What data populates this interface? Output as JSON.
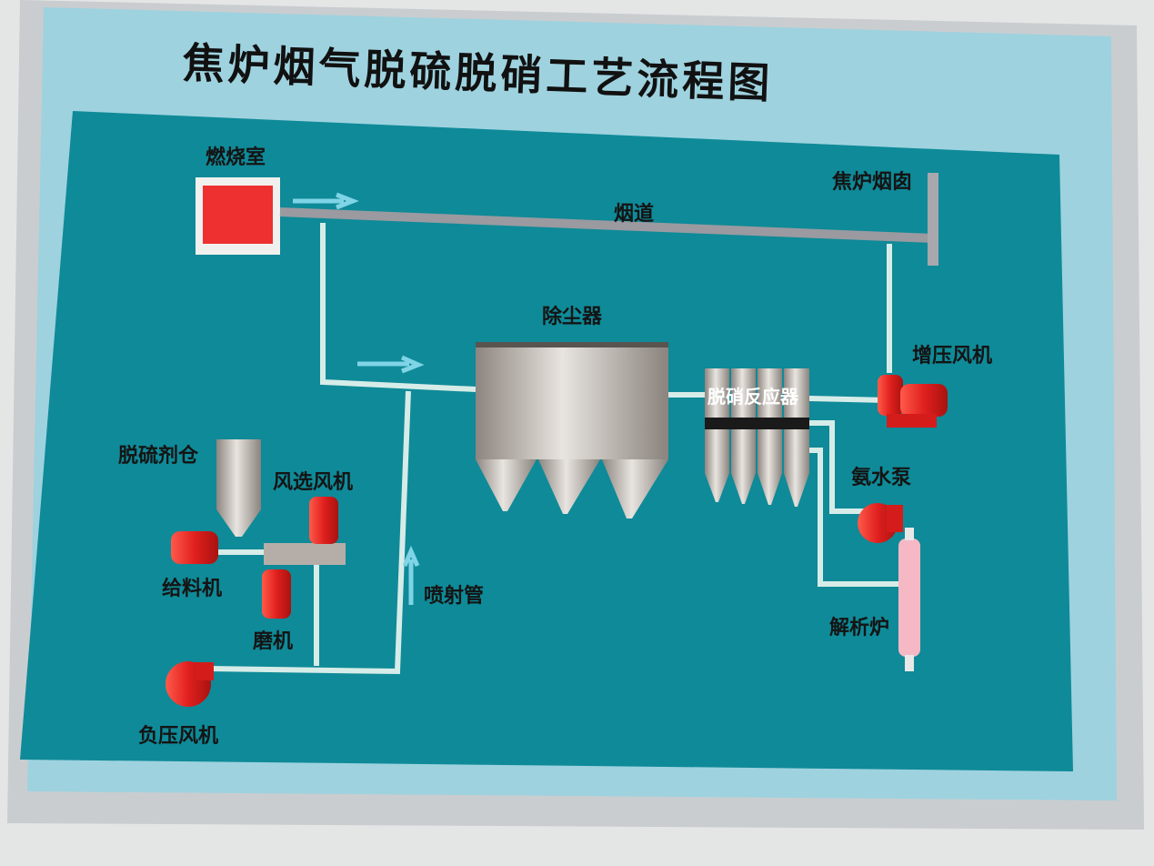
{
  "title": "焦炉烟气脱硫脱硝工艺流程图",
  "labels": {
    "combustion_chamber": "燃烧室",
    "flue": "烟道",
    "chimney": "焦炉烟囱",
    "dust_collector": "除尘器",
    "booster_fan": "增压风机",
    "denitration_reactor": "脱硝反应器",
    "ammonia_pump": "氨水泵",
    "desorber": "解析炉",
    "desulfurizer_silo": "脱硫剂仓",
    "air_separation_fan": "风选风机",
    "feeder": "给料机",
    "mill": "磨机",
    "injection_pipe": "喷射管",
    "negative_pressure_fan": "负压风机"
  },
  "colors": {
    "panel": "#0f8a98",
    "mat": "#9ed2df",
    "equipment_red": "#e0201e",
    "pipe": "#d6ece8",
    "flue": "#9a9aa0"
  }
}
